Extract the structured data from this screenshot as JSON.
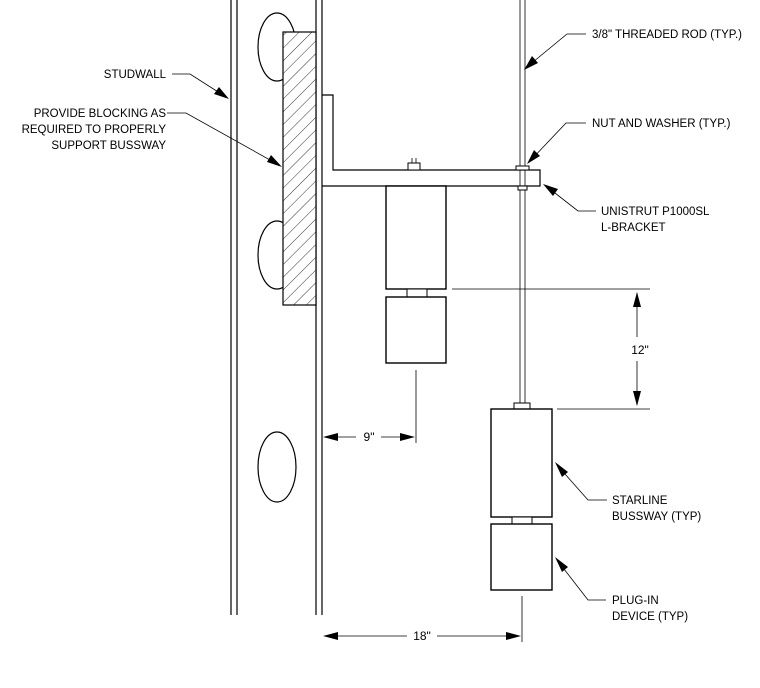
{
  "labels": {
    "studwall": "STUDWALL",
    "blocking": [
      "PROVIDE BLOCKING AS",
      "REQUIRED TO PROPERLY",
      "SUPPORT BUSSWAY"
    ],
    "threaded_rod": "3/8\" THREADED ROD (TYP.)",
    "nut_washer": "NUT AND WASHER (TYP.)",
    "unistrut": [
      "UNISTRUT P1000SL",
      "L-BRACKET"
    ],
    "starline": [
      "STARLINE",
      "BUSSWAY (TYP)"
    ],
    "plugin": [
      "PLUG-IN",
      "DEVICE (TYP)"
    ]
  },
  "dimensions": {
    "vertical_spacing": "12\"",
    "first_offset": "9\"",
    "second_offset": "18\""
  }
}
